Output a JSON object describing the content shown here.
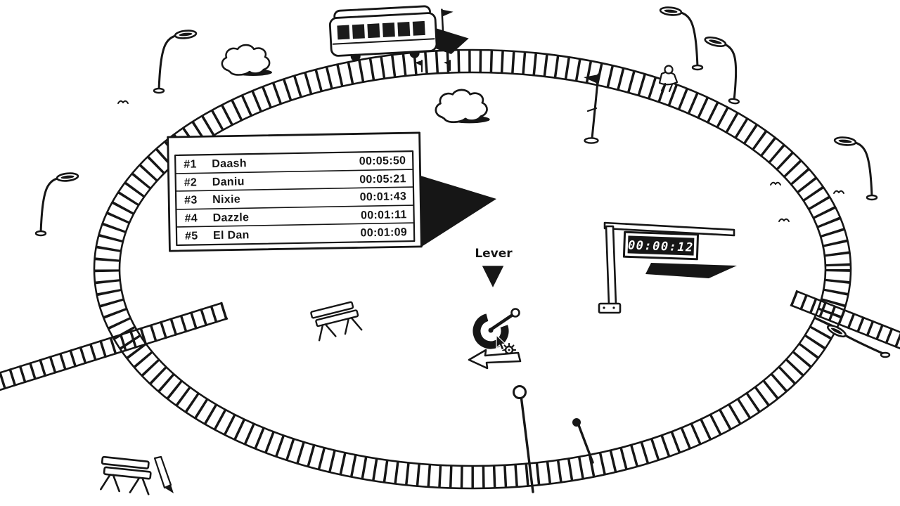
{
  "colors": {
    "paper": "#ffffff",
    "ink": "#161616"
  },
  "leaderboard": {
    "entries": [
      {
        "rank": "#1",
        "name": "Daash",
        "time": "00:05:50"
      },
      {
        "rank": "#2",
        "name": "Daniu",
        "time": "00:05:21"
      },
      {
        "rank": "#3",
        "name": "Nixie",
        "time": "00:01:43"
      },
      {
        "rank": "#4",
        "name": "Dazzle",
        "time": "00:01:11"
      },
      {
        "rank": "#5",
        "name": "El Dan",
        "time": "00:01:09"
      }
    ]
  },
  "lever": {
    "label": "Lever",
    "pointer_glyph": "▼"
  },
  "controls": {
    "direction_arrow_glyph": "←"
  },
  "timer": {
    "value": "00:00:12"
  }
}
